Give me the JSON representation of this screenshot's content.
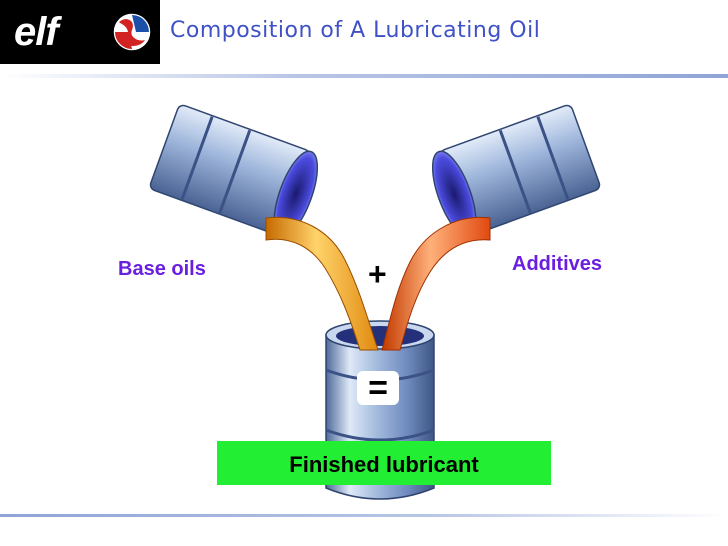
{
  "logo": {
    "text": "elf"
  },
  "title": "Composition of A Lubricating Oil",
  "labels": {
    "left": "Base oils",
    "right": "Additives",
    "plus": "+",
    "equals": "=",
    "result": "Finished lubricant"
  },
  "colors": {
    "title": "#3f52c5",
    "labels": "#6a1fe0",
    "result_box": "#22ee33",
    "base_oil_stream": "#f0a020",
    "additive_stream": "#f05a1e",
    "drum": "#8aa6cf"
  },
  "icons": [
    "elf-emblem-icon",
    "drum-icon",
    "oil-stream-icon"
  ]
}
